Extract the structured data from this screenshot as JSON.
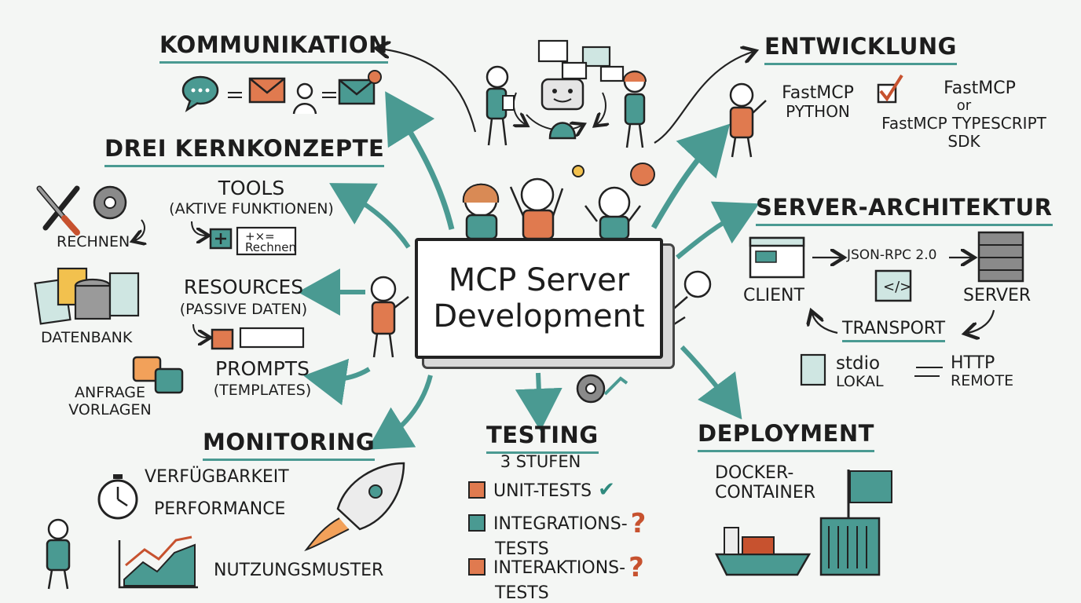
{
  "center": {
    "line1": "MCP Server",
    "line2": "Development"
  },
  "kommunikation": {
    "title": "KOMMUNIKATION"
  },
  "entwicklung": {
    "title": "ENTWICKLUNG",
    "left_line1": "FastMCP",
    "left_line2": "PYTHON",
    "right_line1": "FastMCP",
    "right_line2": "or",
    "right_line3": "FastMCP TYPESCRIPT",
    "right_line4": "SDK"
  },
  "kernkonzepte": {
    "title": "DREI KERNKONZEPTE",
    "tools_title": "TOOLS",
    "tools_sub": "(AKTIVE FUNKTIONEN)",
    "tools_box": "Rechnen",
    "tools_symbols": "+×=",
    "tools_label": "RECHNEN",
    "resources_title": "RESOURCES",
    "resources_sub": "(PASSIVE DATEN)",
    "resources_label": "DATENBANK",
    "prompts_title": "PROMPTS",
    "prompts_sub": "(TEMPLATES)",
    "prompts_label1": "ANFRAGE",
    "prompts_label2": "VORLAGEN"
  },
  "architektur": {
    "title": "SERVER-ARCHITEKTUR",
    "client": "CLIENT",
    "protocol": "JSON-RPC 2.0",
    "server": "SERVER",
    "transport": "TRANSPORT",
    "stdio": "stdio",
    "stdio_sub": "LOKAL",
    "http": "HTTP",
    "http_sub": "REMOTE"
  },
  "monitoring": {
    "title": "MONITORING",
    "item1": "VERFÜGBARKEIT",
    "item2": "PERFORMANCE",
    "item3": "NUTZUNGSMUSTER"
  },
  "testing": {
    "title": "TESTING",
    "subtitle": "3 STUFEN",
    "item1": "UNIT-TESTS",
    "item2_line1": "INTEGRATIONS-",
    "item2_line2": "TESTS",
    "item3_line1": "INTERAKTIONS-",
    "item3_line2": "TESTS"
  },
  "deployment": {
    "title": "DEPLOYMENT",
    "line1": "DOCKER-",
    "line2": "CONTAINER"
  },
  "colors": {
    "teal": "#4a9a92",
    "orange": "#e07a4f",
    "red": "#c7522f",
    "ink": "#222222"
  }
}
